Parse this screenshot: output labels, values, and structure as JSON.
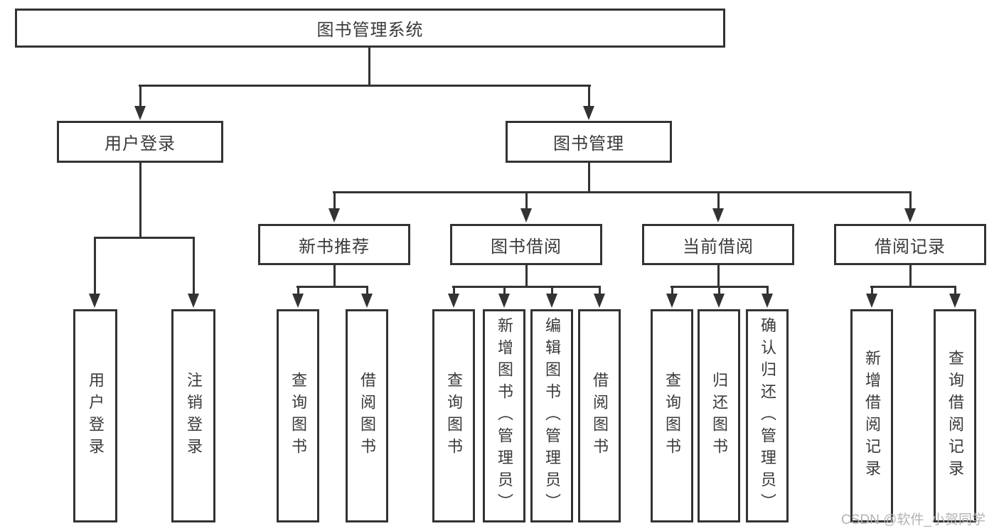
{
  "colors": {
    "line": "#333333",
    "text": "#3a3a3a",
    "background": "#ffffff",
    "watermark": "#b3b3b3"
  },
  "diagram": {
    "root": {
      "label": "图书管理系统"
    },
    "level2": [
      {
        "label": "用户登录"
      },
      {
        "label": "图书管理"
      }
    ],
    "level3": [
      {
        "label": "新书推荐"
      },
      {
        "label": "图书借阅"
      },
      {
        "label": "当前借阅"
      },
      {
        "label": "借阅记录"
      }
    ],
    "groups": [
      {
        "parent": "用户登录",
        "children": [
          "用户登录",
          "注销登录"
        ]
      },
      {
        "parent": "新书推荐",
        "children": [
          "查询图书",
          "借阅图书"
        ]
      },
      {
        "parent": "图书借阅",
        "children": [
          "查询图书",
          "新增图书（管理员）",
          "编辑图书（管理员）",
          "借阅图书"
        ]
      },
      {
        "parent": "当前借阅",
        "children": [
          "查询图书",
          "归还图书",
          "确认归还（管理员）"
        ]
      },
      {
        "parent": "借阅记录",
        "children": [
          "新增借阅记录",
          "查询借阅记录"
        ]
      }
    ]
  },
  "watermark": {
    "text": "CSDN @软件_小贺同学"
  }
}
